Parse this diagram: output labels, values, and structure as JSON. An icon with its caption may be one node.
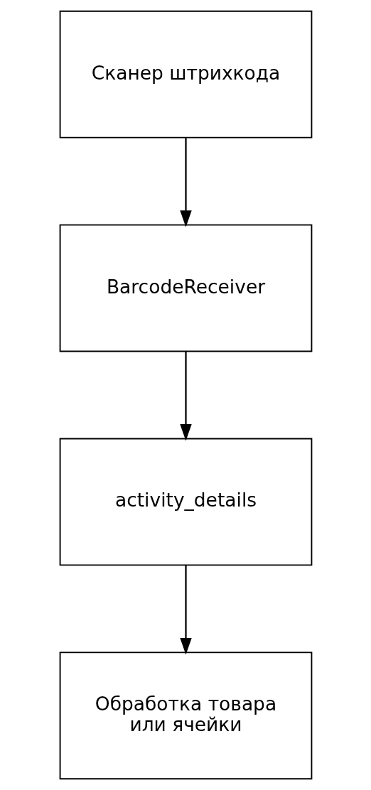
{
  "diagram": {
    "nodes": [
      {
        "text": [
          "Сканер штрихкода"
        ]
      },
      {
        "text": [
          "BarcodeReceiver"
        ]
      },
      {
        "text": [
          "activity_details"
        ]
      },
      {
        "text": [
          "Обработка товара или ячейки"
        ]
      }
    ],
    "edges": [
      {
        "from": 0,
        "to": 1,
        "arrow": "to"
      },
      {
        "from": 1,
        "to": 2,
        "arrow": "to"
      },
      {
        "from": 2,
        "to": 3,
        "arrow": "to"
      }
    ]
  }
}
